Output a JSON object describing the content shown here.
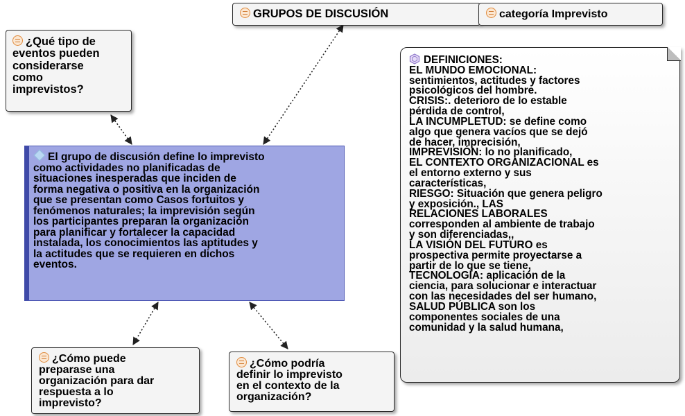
{
  "nodes": {
    "grupos": "GRUPOS DE DISCUSIÓN",
    "categoria": "categoría Imprevisto",
    "q_tipo": "¿Qué tipo de\neventos pueden\nconsiderarse\ncomo\nimprevistos?",
    "central": "El grupo de discusión define lo imprevisto\ncomo actividades no planificadas de\nsituaciones inesperadas que inciden de\nforma negativa o positiva en la organización\nque se presentan  como  Casos fortuitos y\nfenómenos naturales;  la imprevisión según\nlos participantes preparan la organización\npara  planificar   y fortalecer la capacidad\ninstalada, los  conocimientos  las aptitudes y\nla actitudes que se requieren en dichos\neventos.",
    "q_prepararse": "¿Cómo puede\npreparase una\norganización para dar\nrespuesta a lo\nimprevisto?",
    "q_definir": "¿Cómo podría\ndefinir lo imprevisto\nen el contexto de la\norganización?",
    "definiciones": "DEFINICIONES:\nEL MUNDO EMOCIONAL:\nsentimientos, actitudes y factores\npsicológicos del hombre.\nCRISIS:. deterioro de lo estable\npérdida de control,\nLA INCUMPLETUD: se define como\nalgo que genera vacíos que se dejó\nde hacer,   imprecisión,\nIMPREVISIÓN: lo no planificado,\nEL CONTEXTO ORGANIZACIONAL es\nel entorno externo y sus\ncaracterísticas,\nRIESGO: Situación que genera peligro\ny exposición.,                  LAS\nRELACIONES LABORALES\ncorresponden al ambiente de trabajo\ny son diferenciadas,,\nLA VISIÓN DEL FUTURO es\nprospectiva permite proyectarse a\npartir de lo que se tiene,\nTECNOLOGÍA: aplicación de la\nciencia, para solucionar e interactuar\ncon las necesidades del ser humano,\nSALUD PÚBLICA son los\ncomponentes sociales de una\ncomunidad y la salud humana,"
  },
  "colors": {
    "central_fill": "#9fa6e3",
    "central_border": "#3f4aa8",
    "note_icon": "#e08a3c",
    "node_fill": "#f4f4f4"
  },
  "icons": {
    "comment": "comment-icon",
    "code": "diamond-icon",
    "memo": "memo-icon"
  }
}
